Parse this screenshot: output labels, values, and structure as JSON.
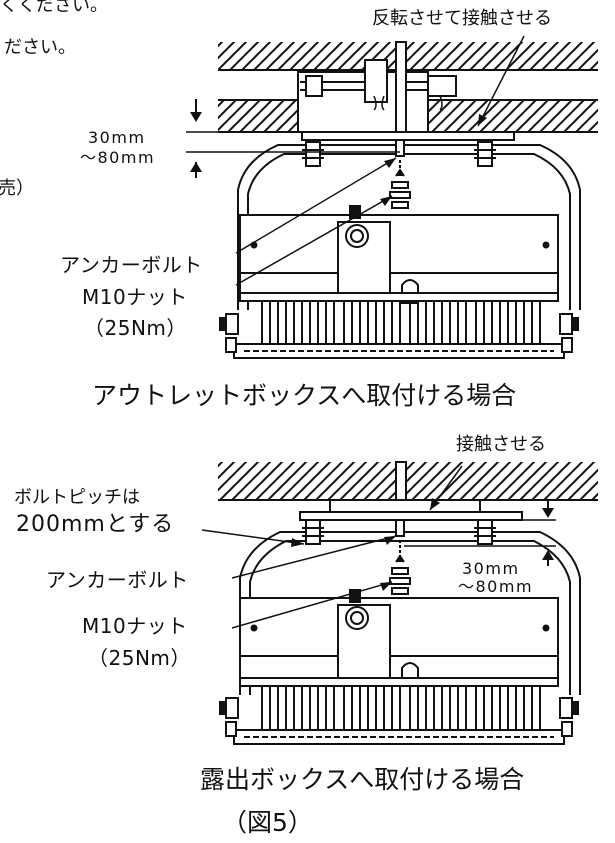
{
  "clipped_text": {
    "line1": "くください。",
    "line2": "ださい。",
    "line3": "売）"
  },
  "top_figure": {
    "callout_flip": "反転させて接触させる",
    "gap": [
      "30mm",
      "～80mm"
    ],
    "anchor_bolt": "アンカーボルト",
    "nut": "M10ナット",
    "torque": "（25Nm）",
    "caption": "アウトレットボックスへ取付ける場合"
  },
  "bottom_figure": {
    "callout_contact": "接触させる",
    "bolt_pitch": [
      "ボルトピッチは",
      "200mmとする"
    ],
    "anchor_bolt": "アンカーボルト",
    "gap": [
      "30mm",
      "～80mm"
    ],
    "nut": "M10ナット",
    "torque": "（25Nm）",
    "caption": "露出ボックスへ取付ける場合"
  },
  "figure_number": "（図5）",
  "colors": {
    "ink": "#111111",
    "paper": "#ffffff"
  }
}
